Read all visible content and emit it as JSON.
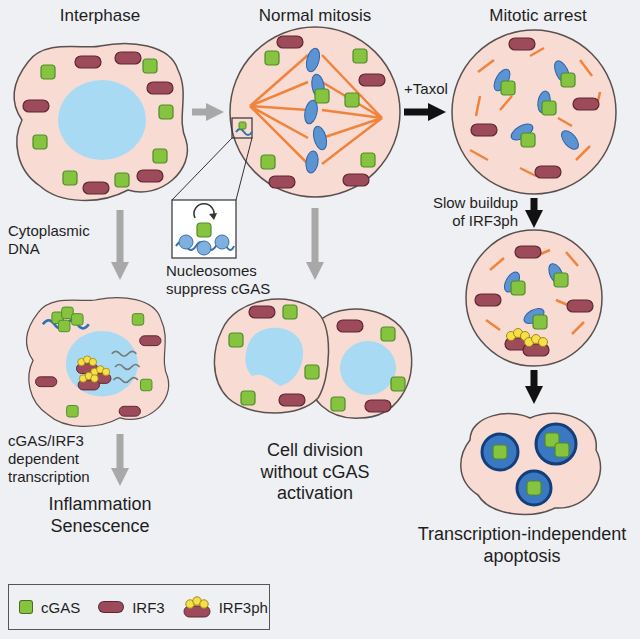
{
  "diagram": {
    "nodes": [
      {
        "text": [
          "Interphase"
        ]
      },
      {
        "text": [
          "Normal mitosis"
        ]
      },
      {
        "text": [
          "Mitotic arrest"
        ]
      },
      {
        "text": [
          "Nucleosomes suppress cGAS"
        ]
      }
    ],
    "edges": [
      {
        "from": 0,
        "to": 1,
        "arrow": "to"
      },
      {
        "from": 1,
        "to": 2,
        "label": "+Taxol",
        "arrow": "to"
      }
    ],
    "labels": [
      "Cytoplasmic DNA",
      "cGAS/IRF3 dependent transcription",
      "Inflammation Senescence",
      "Cell division without cGAS activation",
      "Slow buildup of IRF3ph",
      "Transcription-independent apoptosis"
    ],
    "legend": [
      {
        "text": "cGAS",
        "color": "#86c440"
      },
      {
        "text": "IRF3",
        "color": "#9d4b5b"
      },
      {
        "text": "IRF3ph"
      }
    ]
  }
}
